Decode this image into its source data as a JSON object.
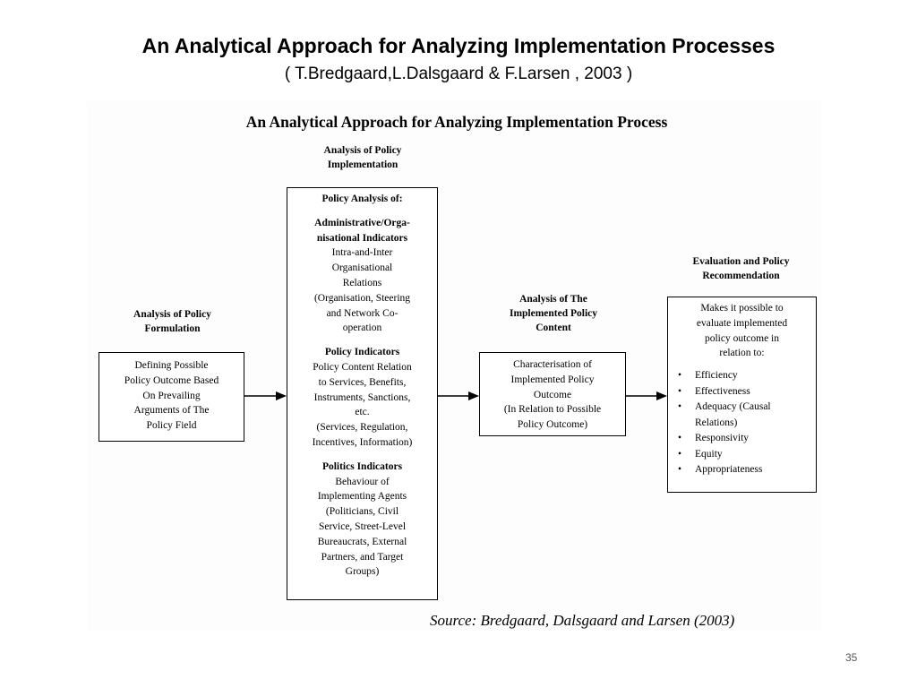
{
  "slide": {
    "title": "An Analytical Approach for Analyzing Implementation Processes",
    "subtitle": "( T.Bredgaard,L.Dalsgaard & F.Larsen , 2003 )",
    "page_number": "35"
  },
  "figure": {
    "title": "An Analytical Approach for Analyzing Implementation Process",
    "source": "Source: Bredgaard, Dalsgaard and Larsen (2003)",
    "formulation": {
      "header": [
        "Analysis of Policy",
        "Formulation"
      ],
      "box": [
        "Defining Possible",
        "Policy Outcome Based",
        "On Prevailing",
        "Arguments of The",
        "Policy Field"
      ]
    },
    "implementation": {
      "header": [
        "Analysis of Policy",
        "Implementation"
      ],
      "box_heading": "Policy Analysis of:",
      "admin": {
        "title": [
          "Administrative/Orga-",
          "nisational Indicators"
        ],
        "lines": [
          "Intra-and-Inter",
          "Organisational",
          "Relations",
          "(Organisation, Steering",
          "and Network Co-",
          "operation"
        ]
      },
      "policy": {
        "title": "Policy Indicators",
        "lines": [
          "Policy Content Relation",
          "to Services, Benefits,",
          "Instruments, Sanctions,",
          "etc.",
          "(Services, Regulation,",
          "Incentives, Information)"
        ]
      },
      "politics": {
        "title": "Politics Indicators",
        "lines": [
          "Behaviour of",
          "Implementing Agents",
          "(Politicians, Civil",
          "Service, Street-Level",
          "Bureaucrats, External",
          "Partners, and Target",
          "Groups)"
        ]
      }
    },
    "content": {
      "header": [
        "Analysis of The",
        "Implemented Policy",
        "Content"
      ],
      "box": [
        "Characterisation of",
        "Implemented Policy",
        "Outcome",
        "(In Relation to Possible",
        "Policy Outcome)"
      ]
    },
    "evaluation": {
      "header": [
        "Evaluation and Policy",
        "Recommendation"
      ],
      "intro": [
        "Makes it possible to",
        "evaluate implemented",
        "policy outcome in",
        "relation to:"
      ],
      "bullets": [
        "Efficiency",
        "Effectiveness",
        "Adequacy (Causal",
        "Responsivity",
        "Equity",
        "Appropriateness"
      ],
      "bullet_continuation": "Relations)"
    }
  }
}
